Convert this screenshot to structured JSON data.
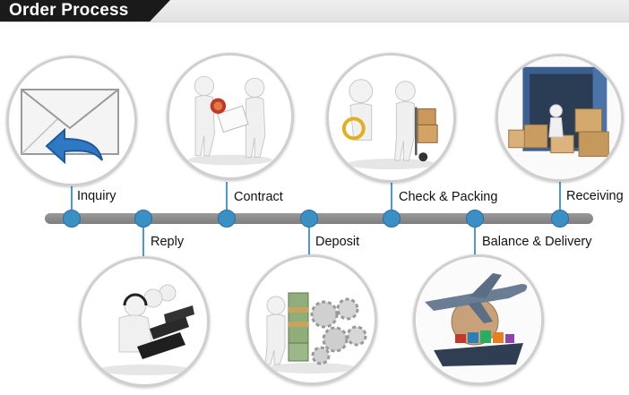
{
  "header": {
    "title": "Order Process"
  },
  "steps": [
    {
      "label": "Inquiry",
      "icon": "envelope-reply-icon"
    },
    {
      "label": "Reply",
      "icon": "call-center-icon"
    },
    {
      "label": "Contract",
      "icon": "handshake-stamp-icon"
    },
    {
      "label": "Deposit",
      "icon": "money-gears-icon"
    },
    {
      "label": "Check & Packing",
      "icon": "inspection-packing-icon"
    },
    {
      "label": "Balance & Delivery",
      "icon": "plane-ship-globe-icon"
    },
    {
      "label": "Receiving",
      "icon": "container-boxes-icon"
    }
  ],
  "colors": {
    "accent": "#3a8fc5",
    "timeline": "#8a8a8a",
    "header": "#1a1a1a"
  }
}
